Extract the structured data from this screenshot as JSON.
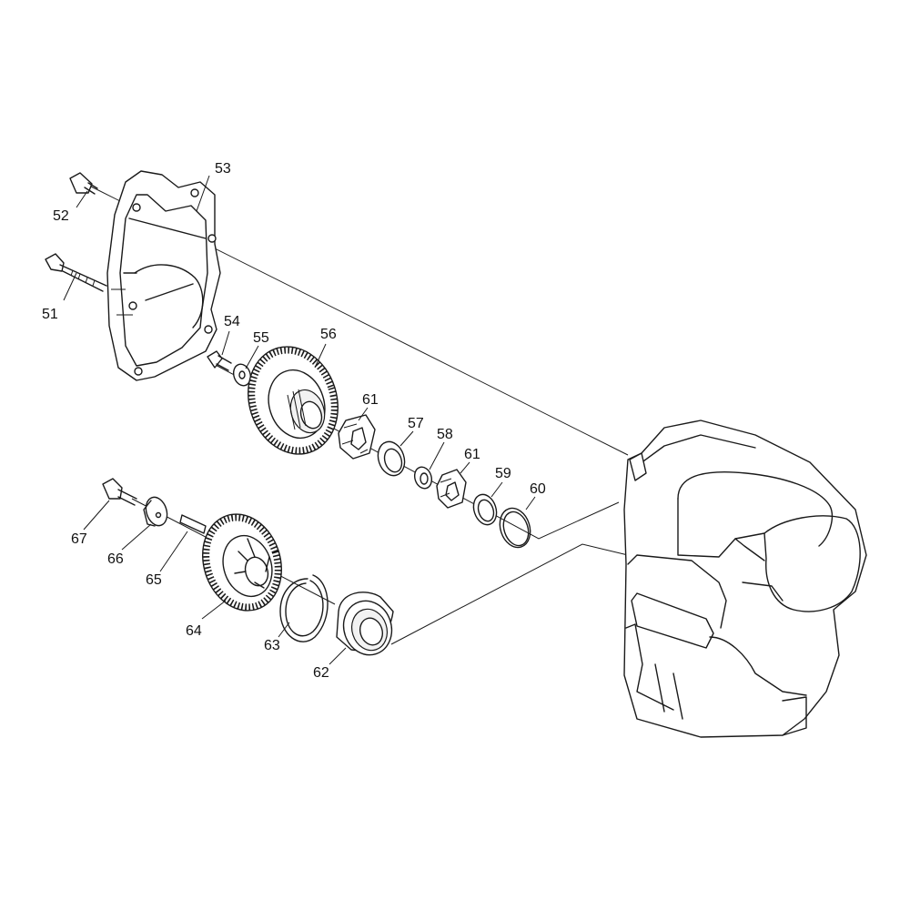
{
  "callouts": {
    "c51": "51",
    "c52": "52",
    "c53": "53",
    "c54": "54",
    "c55": "55",
    "c56": "56",
    "c57": "57",
    "c58": "58",
    "c59": "59",
    "c60": "60",
    "c61a": "61",
    "c61b": "61",
    "c62": "62",
    "c63": "63",
    "c64": "64",
    "c65": "65",
    "c66": "66",
    "c67": "67"
  },
  "style": {
    "line_color": "#1a1a1a",
    "background": "#ffffff"
  }
}
